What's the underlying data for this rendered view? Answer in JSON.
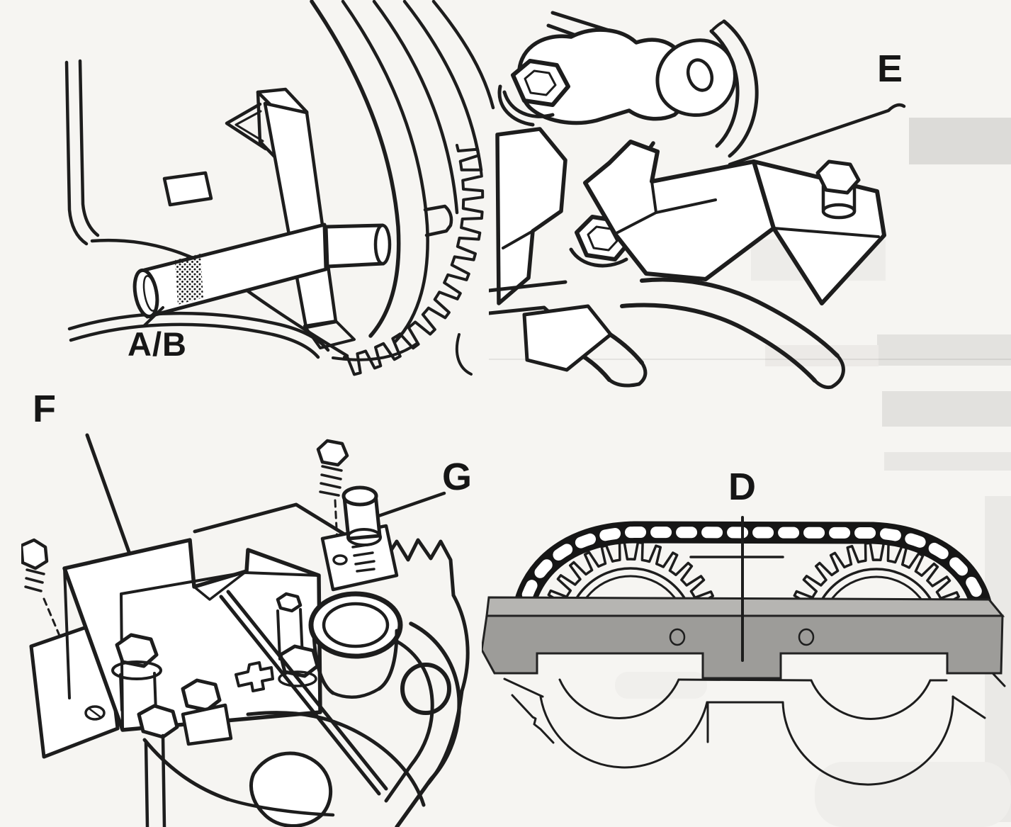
{
  "page": {
    "paper_color": "#f6f5f2",
    "ink_color": "#1d1d1d"
  },
  "figures": {
    "crank_pin": {
      "label": "A/B"
    },
    "cam_bracket": {
      "label": "E"
    },
    "tension_tools": {
      "label_f": "F",
      "label_g": "G"
    },
    "lock_bar": {
      "label": "D",
      "bar_top_color": "#b6b5b2",
      "bar_front_color": "#9d9c99"
    }
  }
}
